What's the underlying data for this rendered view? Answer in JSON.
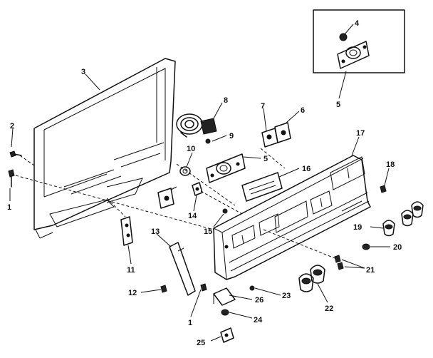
{
  "callouts": {
    "c1a": "1",
    "c1b": "1",
    "c2": "2",
    "c3": "3",
    "c4": "4",
    "c5a": "5",
    "c5b": "5",
    "c6": "6",
    "c7": "7",
    "c8": "8",
    "c9": "9",
    "c10": "10",
    "c11": "11",
    "c12": "12",
    "c13": "13",
    "c14": "14",
    "c15": "15",
    "c16": "16",
    "c17": "17",
    "c18": "18",
    "c19": "19",
    "c20": "20",
    "c21": "21",
    "c22": "22",
    "c23": "23",
    "c24": "24",
    "c25": "25",
    "c26": "26"
  }
}
